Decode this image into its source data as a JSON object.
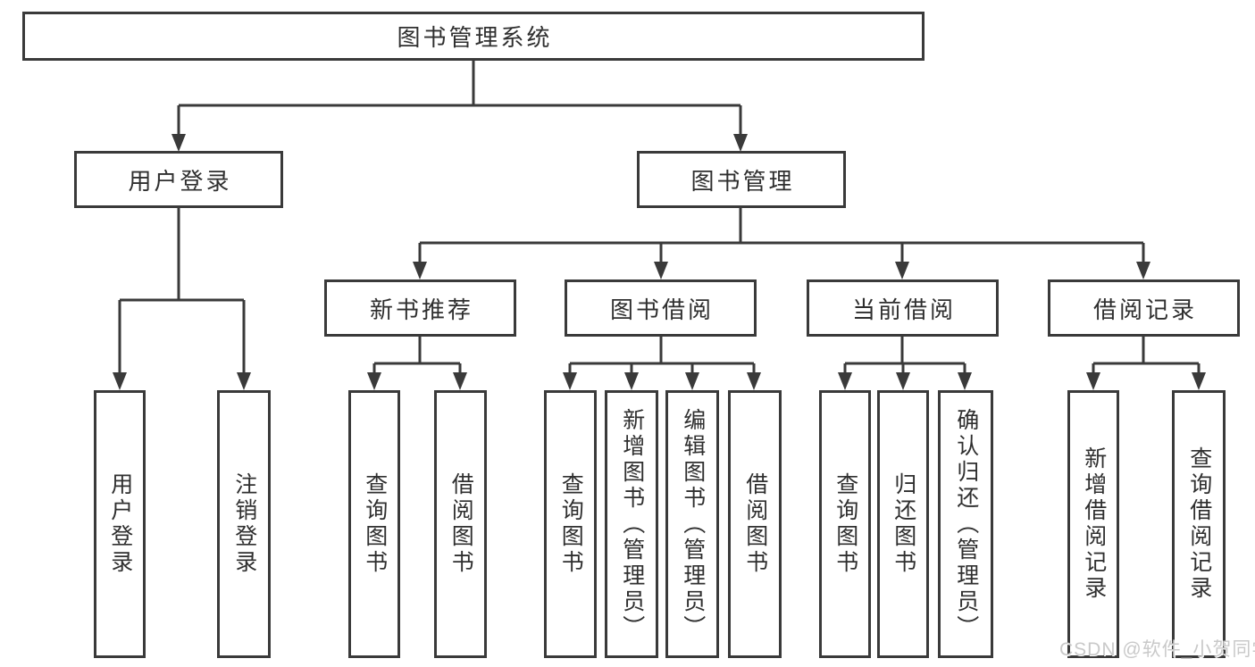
{
  "diagram": {
    "type": "hierarchy-tree",
    "root": {
      "label": "图书管理系统"
    },
    "level2": [
      {
        "label": "用户登录",
        "parent": "图书管理系统"
      },
      {
        "label": "图书管理",
        "parent": "图书管理系统"
      }
    ],
    "level3": [
      {
        "label": "新书推荐",
        "parent": "图书管理"
      },
      {
        "label": "图书借阅",
        "parent": "图书管理"
      },
      {
        "label": "当前借阅",
        "parent": "图书管理"
      },
      {
        "label": "借阅记录",
        "parent": "图书管理"
      }
    ],
    "leaves": [
      {
        "label": "用户登录",
        "parent": "用户登录"
      },
      {
        "label": "注销登录",
        "parent": "用户登录"
      },
      {
        "label": "查询图书",
        "parent": "新书推荐"
      },
      {
        "label": "借阅图书",
        "parent": "新书推荐"
      },
      {
        "label": "查询图书",
        "parent": "图书借阅"
      },
      {
        "label": "新增图书（管理员）",
        "parent": "图书借阅"
      },
      {
        "label": "编辑图书（管理员）",
        "parent": "图书借阅"
      },
      {
        "label": "借阅图书",
        "parent": "图书借阅"
      },
      {
        "label": "查询图书",
        "parent": "当前借阅"
      },
      {
        "label": "归还图书",
        "parent": "当前借阅"
      },
      {
        "label": "确认归还（管理员）",
        "parent": "当前借阅"
      },
      {
        "label": "新增借阅记录",
        "parent": "借阅记录"
      },
      {
        "label": "查询借阅记录",
        "parent": "借阅记录"
      }
    ],
    "colors": {
      "line": "#3a3a3a",
      "text": "#2f2f2f",
      "background": "#ffffff",
      "watermark": "#c9c9c9"
    }
  },
  "watermark": {
    "text": "CSDN @软件_小贺同学"
  }
}
